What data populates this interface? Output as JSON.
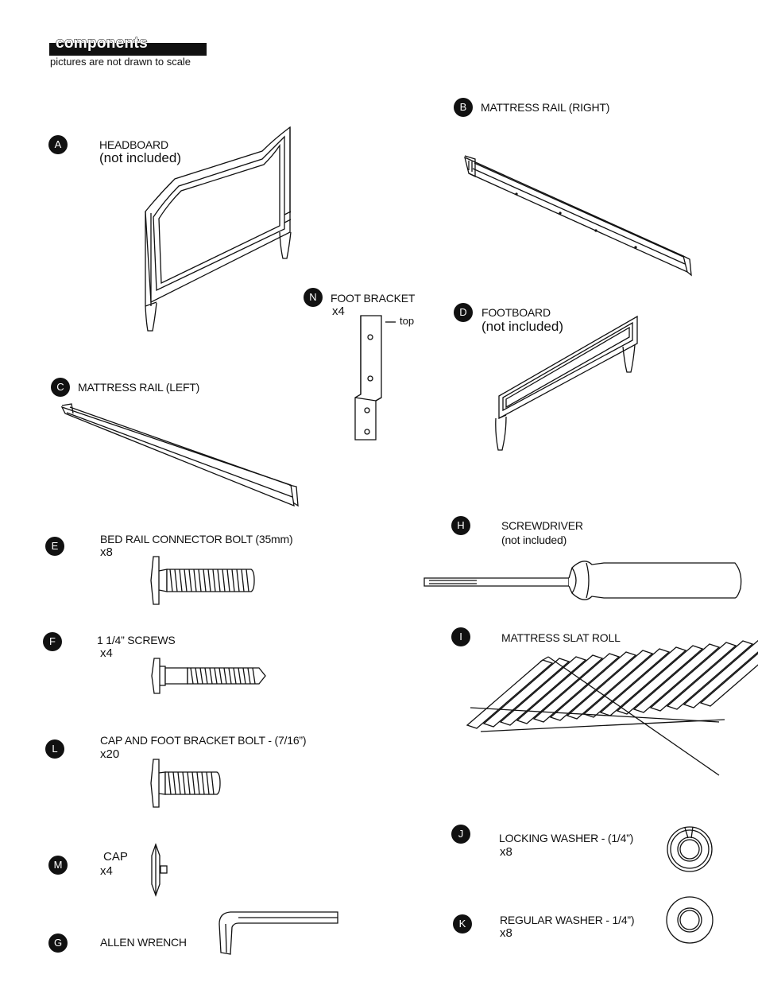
{
  "header": {
    "title": "components",
    "subtitle": "pictures are not drawn to scale"
  },
  "parts": {
    "A": {
      "letter": "A",
      "name": "HEADBOARD",
      "note": "(not included)"
    },
    "B": {
      "letter": "B",
      "name": "MATTRESS RAIL (RIGHT)"
    },
    "C": {
      "letter": "C",
      "name": "MATTRESS RAIL (LEFT)"
    },
    "D": {
      "letter": "D",
      "name": "FOOTBOARD",
      "note": "(not included)"
    },
    "N": {
      "letter": "N",
      "name": "FOOT BRACKET",
      "qty": "x4",
      "callout": "top"
    },
    "E": {
      "letter": "E",
      "name": "BED RAIL CONNECTOR BOLT (35mm)",
      "qty": "x8"
    },
    "H": {
      "letter": "H",
      "name": "SCREWDRIVER",
      "note": "(not included)"
    },
    "F": {
      "letter": "F",
      "name": "1 1/4” SCREWS",
      "qty": "x4"
    },
    "I": {
      "letter": "I",
      "name": "MATTRESS SLAT ROLL"
    },
    "L": {
      "letter": "L",
      "name": "CAP AND FOOT BRACKET BOLT - (7/16”)",
      "qty": "x20"
    },
    "J": {
      "letter": "J",
      "name": "LOCKING WASHER - (1/4”)",
      "qty": "x8"
    },
    "M": {
      "letter": "M",
      "name": "CAP",
      "qty": "x4"
    },
    "K": {
      "letter": "K",
      "name": "REGULAR WASHER - 1/4”)",
      "qty": "x8"
    },
    "G": {
      "letter": "G",
      "name": "ALLEN WRENCH"
    }
  }
}
